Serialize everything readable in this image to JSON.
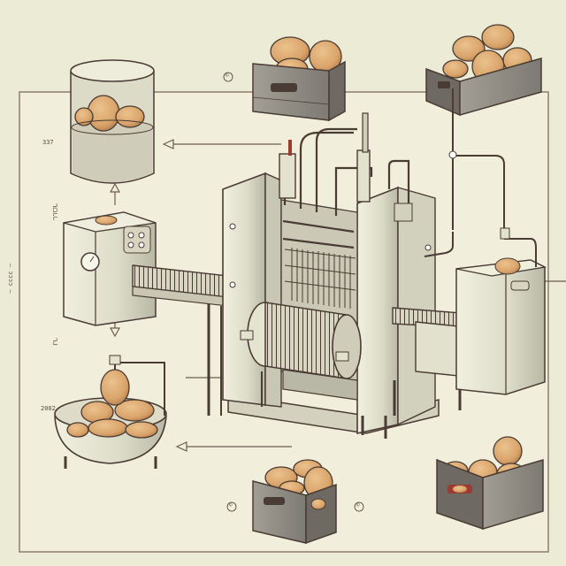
{
  "labels": {
    "ref_left_top": "337",
    "ref_left_mid": "— ɔɔɔɔ —",
    "ref_left_bottom": "2002",
    "side_a": "ᒉᗝᒐᒐ",
    "side_b": "ᒉᒍ",
    "mark_top": "©",
    "mark_bottom_left": "©",
    "mark_bottom_right": "©"
  },
  "colors": {
    "background": "#ecebd6",
    "panel": "#f1efdc",
    "line": "#4a3b34",
    "machine_light": "#e3e2cf",
    "machine_shadow": "#b9b8a6",
    "crate": "#8d8a83",
    "crate_inner": "#5e4a3e",
    "potato": "#d9a46b",
    "potato_shade": "#b77d4a",
    "accent_red": "#9c3b32"
  }
}
